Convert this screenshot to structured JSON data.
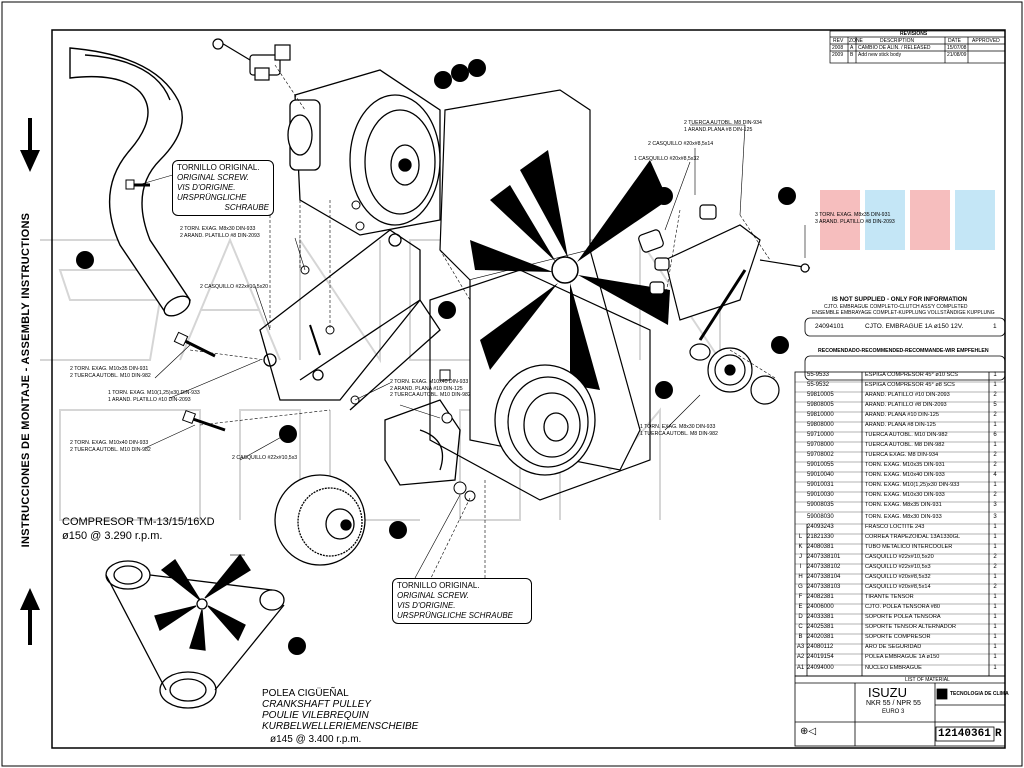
{
  "side_label": "INSTRUCCIONES DE MONTAJE - ASSEMBLY INSTRUCTIONS",
  "watermark": "SANDEN",
  "compressor_title": "COMPRESOR TM-13/15/16XD",
  "compressor_spec": "ø150 @ 3.290 r.p.m.",
  "pulley_labels": [
    "POLEA CIGÜEÑAL",
    "CRANKSHAFT PULLEY",
    "POULIE VILEBREQUIN",
    "KURBELWELLERIEMENSCHEIBE"
  ],
  "pulley_spec": "ø145 @ 3.400 r.p.m.",
  "screw_note_top": [
    "TORNILLO ORIGINAL.",
    "ORIGINAL SCREW.",
    "VIS D'ORIGINE.",
    "URSPRÜNGLICHE",
    "SCHRAUBE"
  ],
  "screw_note_bottom": [
    "TORNILLO ORIGINAL.",
    "ORIGINAL SCREW.",
    "VIS D'ORIGINE.",
    "URSPRÜNGLICHE SCHRAUBE"
  ],
  "callouts": {
    "c1": [
      "2 TORN. EXAG. M8x30 DIN-933",
      "2 ARAND. PLATILLO #8 DIN-2093"
    ],
    "c2": [
      "2 CASQUILLO #22x#10,5x20"
    ],
    "c3": [
      "2 TORN. EXAG. M10x35 DIN-931",
      "2 TUERCA AUTOBL. M10 DIN-982"
    ],
    "c4": [
      "1 TORN. EXAG. M10(1,25)x30 DIN-933",
      "1 ARAND. PLATILLO #10 DIN-2093"
    ],
    "c5": [
      "2 TORN. EXAG. M10x40 DIN-933",
      "2 ARAND. PLANA #10 DIN-125",
      "2 TUERCA AUTOBL. M10 DIN-982"
    ],
    "c6": [
      "2 TORN. EXAG. M10x40 DIN-933",
      "2 TUERCA AUTOBL. M10 DIN-982"
    ],
    "c7": [
      "2 CASQUILLO #22x#10,5x3"
    ],
    "c8": [
      "2 TUERCA AUTOBL. M8 DIN-934",
      "1 ARAND.PLANA #8 DIN-125"
    ],
    "c9": [
      "2 CASQUILLO #20x#8,5x14"
    ],
    "c10": [
      "1 CASQUILLO #20x#8,5x32"
    ],
    "c11": [
      "3 TORN. EXAG. M8x35 DIN-931",
      "3 ARAND. PLATILLO #8 DIN-2093"
    ],
    "c12": [
      "1 TORN. EXAG. M8x30 DIN-933",
      "1 TUERCA AUTOBL. M8 DIN-982"
    ]
  },
  "not_supplied": {
    "title": "IS NOT SUPPLIED - ONLY FOR INFORMATION",
    "sub1": "CJTO. EMBRAGUE COMPLETO-CLUTCH ASS'Y COMPLETED",
    "sub2": "ENSEMBLE EMBRAYAGE COMPLET-KUPPLUNG VOLLSTÄNDIGE KUPPLUNG",
    "part": "24094101",
    "desc": "CJTO. EMBRAGUE 1A ø150 12V.",
    "qty": "1"
  },
  "recommended_header": "RECOMENDADO-RECOMMENDED-RECOMMANDE-WIR EMPFEHLEN",
  "parts": [
    {
      "code": "",
      "num": "55-9533",
      "desc": "ESPIGA COMPRESOR 45° ø10 SCS",
      "qty": "1"
    },
    {
      "code": "",
      "num": "55-9532",
      "desc": "ESPIGA COMPRESOR 45° ø8 SCS",
      "qty": "1"
    },
    {
      "code": "",
      "num": "59810005",
      "desc": "ARAND. PLATILLO #10 DIN-2093",
      "qty": "2"
    },
    {
      "code": "",
      "num": "59808005",
      "desc": "ARAND. PLATILLO #8 DIN-2093",
      "qty": "5"
    },
    {
      "code": "",
      "num": "59810000",
      "desc": "ARAND. PLANA #10 DIN-125",
      "qty": "2"
    },
    {
      "code": "",
      "num": "59808000",
      "desc": "ARAND. PLANA #8 DIN-125",
      "qty": "1"
    },
    {
      "code": "",
      "num": "59710000",
      "desc": "TUERCA AUTOBL. M10 DIN-982",
      "qty": "6"
    },
    {
      "code": "",
      "num": "59708000",
      "desc": "TUERCA AUTOBL. M8 DIN-982",
      "qty": "1"
    },
    {
      "code": "",
      "num": "59708002",
      "desc": "TUERCA EXAG. M8 DIN-934",
      "qty": "2"
    },
    {
      "code": "",
      "num": "59010055",
      "desc": "TORN. EXAG. M10x35 DIN-931",
      "qty": "2"
    },
    {
      "code": "",
      "num": "59010040",
      "desc": "TORN. EXAG. M10x40 DIN-933",
      "qty": "4"
    },
    {
      "code": "",
      "num": "59010031",
      "desc": "TORN. EXAG. M10(1,25)x30 DIN-933",
      "qty": "1"
    },
    {
      "code": "",
      "num": "59010030",
      "desc": "TORN. EXAG. M10x30 DIN-933",
      "qty": "2"
    },
    {
      "code": "",
      "num": "59008035",
      "desc": "TORN. EXAG. M8x35 DIN-931",
      "qty": "3"
    },
    {
      "code": "",
      "num": "59008030",
      "desc": "TORN. EXAG. M8x30 DIN-933",
      "qty": "3"
    },
    {
      "code": "",
      "num": "24093243",
      "desc": "FRASCO LOCTITE 243",
      "qty": "1"
    },
    {
      "code": "L",
      "num": "21821330",
      "desc": "CORREA TRAPEZOIDAL 13A1330GL",
      "qty": "1"
    },
    {
      "code": "K",
      "num": "24080381",
      "desc": "TUBO METALICO INTERCOOLER",
      "qty": "1"
    },
    {
      "code": "J",
      "num": "2407338101",
      "desc": "CASQUILLO #22x#10,5x20",
      "qty": "2"
    },
    {
      "code": "I",
      "num": "2407338102",
      "desc": "CASQUILLO #22x#10,5x3",
      "qty": "2"
    },
    {
      "code": "H",
      "num": "2407338104",
      "desc": "CASQUILLO #20x#8,5x32",
      "qty": "1"
    },
    {
      "code": "G",
      "num": "2407338103",
      "desc": "CASQUILLO #20x#8,5x14",
      "qty": "2"
    },
    {
      "code": "F",
      "num": "24082381",
      "desc": "TIRANTE TENSOR",
      "qty": "1"
    },
    {
      "code": "E",
      "num": "24006000",
      "desc": "CJTO. POLEA TENSORA #80",
      "qty": "1"
    },
    {
      "code": "D",
      "num": "24033381",
      "desc": "SOPORTE POLEA TENSORA",
      "qty": "1"
    },
    {
      "code": "C",
      "num": "24025381",
      "desc": "SOPORTE TENSOR ALTERNADOR",
      "qty": "1"
    },
    {
      "code": "B",
      "num": "24020381",
      "desc": "SOPORTE COMPRESOR",
      "qty": "1"
    },
    {
      "code": "A3",
      "num": "24080112",
      "desc": "ARO DE SEGURIDAD",
      "qty": "1"
    },
    {
      "code": "A2",
      "num": "24019154",
      "desc": "POLEA EMBRAGUE 1A ø150",
      "qty": "1"
    },
    {
      "code": "A1",
      "num": "24094000",
      "desc": "NUCLEO EMBRAGUE",
      "qty": "1"
    }
  ],
  "revisions": {
    "header": "REVISIONS",
    "cols": [
      "REV",
      "ZONE",
      "DESCRIPTION",
      "DATE",
      "APPROVED"
    ],
    "rows": [
      {
        "rev": "2008",
        "zone": "A",
        "desc": "CAMBIO DE ALIN. / RELEASED",
        "date": "15/07/08"
      },
      {
        "rev": "2009",
        "zone": "B",
        "desc": "Add new stick body",
        "date": "21/08/09"
      }
    ]
  },
  "title_block": {
    "list_label": "LIST OF MATERIAL",
    "brand": "ISUZU",
    "model": "NKR 55 / NPR 55",
    "euro": "EURO 3",
    "company": "TECNOLOGIA DE CLIMA",
    "drawing_number": "12140361",
    "rev_letter": "R"
  }
}
